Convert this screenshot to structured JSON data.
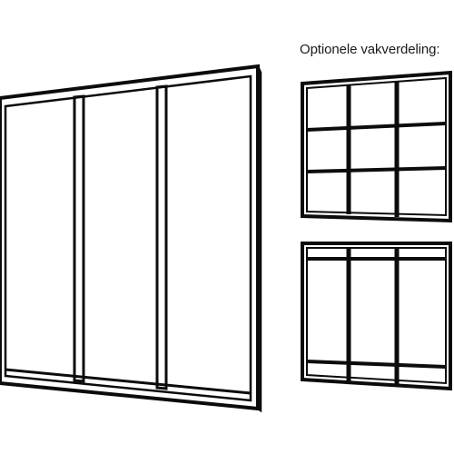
{
  "caption": "Optionele vakverdeling:",
  "colors": {
    "frame": "#0c0c0c",
    "background": "#ffffff"
  },
  "main_panel": {
    "panes": 3
  },
  "option_grid": {
    "columns": 3,
    "rows": 3
  },
  "option_transom": {
    "columns": 3,
    "top_rail": true,
    "bottom_rail": true
  }
}
